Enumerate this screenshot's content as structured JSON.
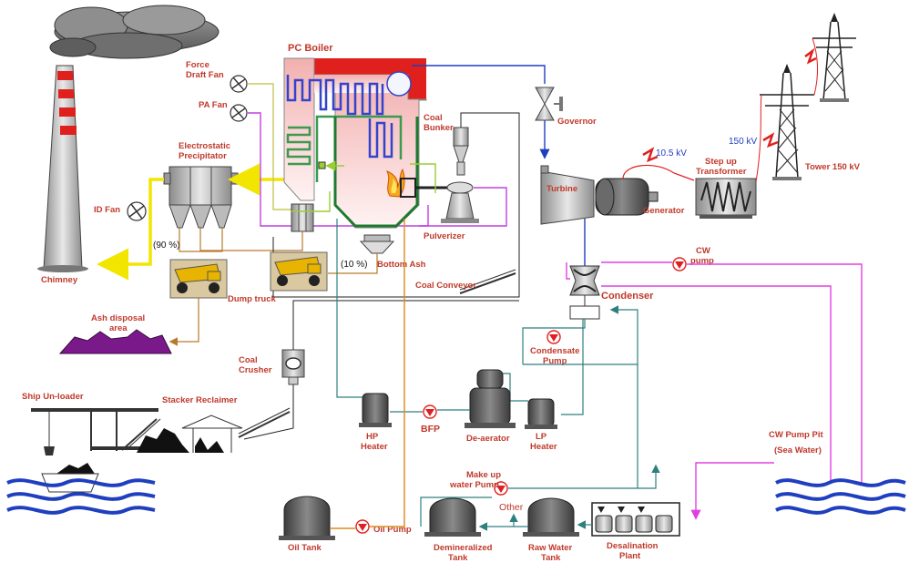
{
  "labels": {
    "pc_boiler": "PC Boiler",
    "force_draft_fan_1": "Force",
    "force_draft_fan_2": "Draft Fan",
    "pa_fan": "PA Fan",
    "esp_1": "Electrostatic",
    "esp_2": "Precipitator",
    "id_fan": "ID Fan",
    "esp_pct": "(90 %)",
    "chimney": "Chimney",
    "dump_truck": "Dump truck",
    "ash_disposal_1": "Ash disposal",
    "ash_disposal_2": "area",
    "bottom_ash_pct": "(10 %)",
    "bottom_ash": "Bottom Ash",
    "coal_bunker_1": "Coal",
    "coal_bunker_2": "Bunker",
    "pulverizer": "Pulverizer",
    "coal_conveyor": "Coal Conveyor",
    "coal_crusher_1": "Coal",
    "coal_crusher_2": "Crusher",
    "ship_unloader": "Ship Un-loader",
    "stacker_reclaimer": "Stacker Reclaimer",
    "governor": "Governor",
    "turbine": "Turbine",
    "generator": "Generator",
    "kv_10_5": "10.5 kV",
    "step_up_1": "Step up",
    "step_up_2": "Transformer",
    "kv_150": "150 kV",
    "tower": "Tower 150 kV",
    "cw_pump_1": "CW",
    "cw_pump_2": "pump",
    "condenser": "Condenser",
    "condensate_1": "Condensate",
    "condensate_2": "Pump",
    "hp_heater_1": "HP",
    "hp_heater_2": "Heater",
    "bfp": "BFP",
    "deaerator": "De-aerator",
    "lp_heater_1": "LP",
    "lp_heater_2": "Heater",
    "cw_pump_pit_1": "CW Pump Pit",
    "cw_pump_pit_2": "(Sea Water)",
    "makeup_1": "Make up",
    "makeup_2": "water Pump",
    "other": "Other",
    "oil_tank": "Oil Tank",
    "oil_pump": "Oil Pump",
    "demin_1": "Demineralized",
    "demin_2": "Tank",
    "raw_water_1": "Raw Water",
    "raw_water_2": "Tank",
    "desal_1": "Desalination",
    "desal_2": "Plant"
  },
  "colors": {
    "label_red": "#c0392b",
    "steam_blue": "#1f3fbf",
    "flue_yellow": "#f2e600",
    "air_olive": "#b8b84a",
    "coal_purple": "#c040e0",
    "water_teal": "#2f7f7f",
    "oil_orange": "#d98c1a",
    "ash_brown": "#b87a2a",
    "cw_magenta": "#e040e0",
    "power_red": "#e02020"
  }
}
